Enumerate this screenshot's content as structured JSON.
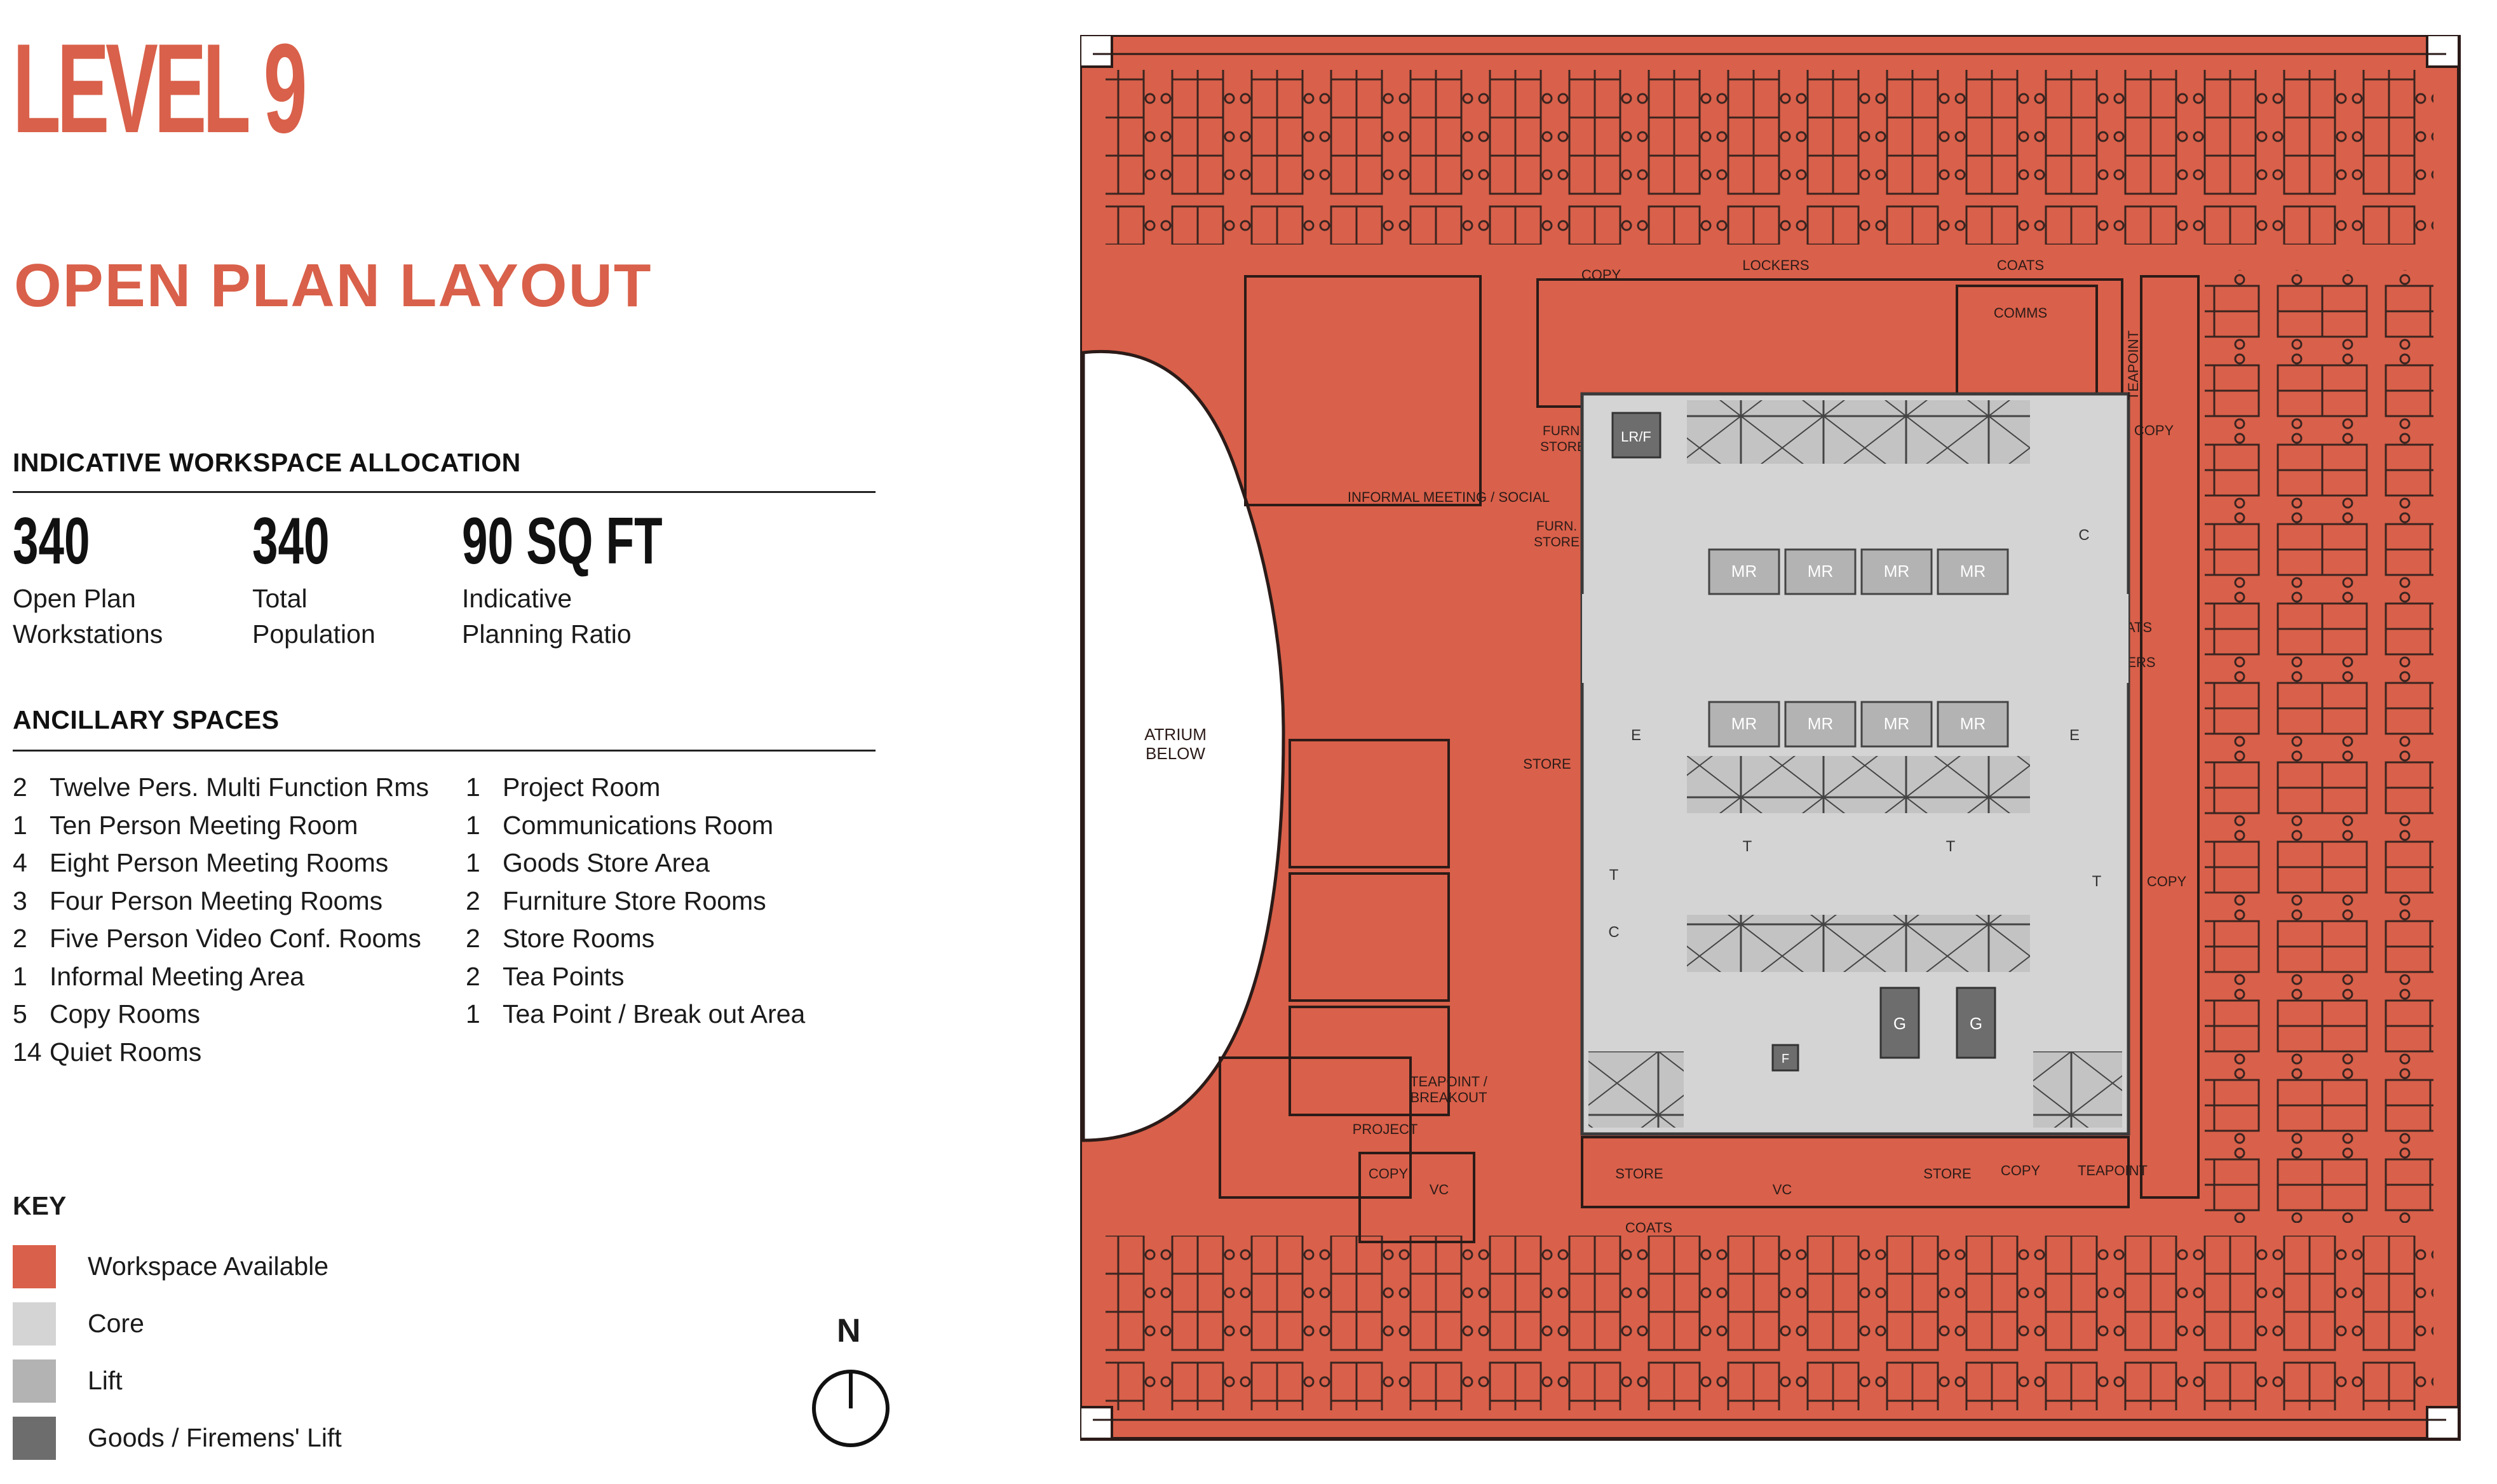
{
  "level_title": "LEVEL 9",
  "layout_title": "OPEN PLAN LAYOUT",
  "allocation": {
    "heading": "INDICATIVE WORKSPACE ALLOCATION",
    "stats": [
      {
        "value": "340",
        "label1": "Open Plan",
        "label2": "Workstations"
      },
      {
        "value": "340",
        "label1": "Total",
        "label2": "Population"
      },
      {
        "value": "90 SQ FT",
        "label1": "Indicative",
        "label2": "Planning Ratio"
      }
    ]
  },
  "ancillary": {
    "heading": "ANCILLARY SPACES",
    "left": [
      {
        "count": "2",
        "name": "Twelve Pers. Multi Function Rms"
      },
      {
        "count": "1",
        "name": "Ten Person Meeting Room"
      },
      {
        "count": "4",
        "name": "Eight Person Meeting Rooms"
      },
      {
        "count": "3",
        "name": "Four Person Meeting Rooms"
      },
      {
        "count": "2",
        "name": "Five Person Video Conf. Rooms"
      },
      {
        "count": "1",
        "name": "Informal Meeting Area"
      },
      {
        "count": "5",
        "name": "Copy Rooms"
      },
      {
        "count": "14",
        "name": "Quiet Rooms"
      }
    ],
    "right": [
      {
        "count": "1",
        "name": "Project Room"
      },
      {
        "count": "1",
        "name": "Communications Room"
      },
      {
        "count": "1",
        "name": "Goods Store Area"
      },
      {
        "count": "2",
        "name": "Furniture Store Rooms"
      },
      {
        "count": "2",
        "name": "Store Rooms"
      },
      {
        "count": "2",
        "name": "Tea Points"
      },
      {
        "count": "1",
        "name": "Tea Point / Break out Area"
      }
    ]
  },
  "key": {
    "heading": "KEY",
    "items": [
      {
        "label": "Workspace Available",
        "color": "#d9604a"
      },
      {
        "label": "Core",
        "color": "#d4d4d4"
      },
      {
        "label": "Lift",
        "color": "#b3b3b3"
      },
      {
        "label": "Goods / Firemens' Lift",
        "color": "#6d6d6d"
      }
    ]
  },
  "compass": {
    "north": "N"
  },
  "plan_labels": {
    "atrium_line1": "ATRIUM",
    "atrium_line2": "BELOW",
    "informal": "INFORMAL MEETING / SOCIAL",
    "furn_store_1": "FURN.",
    "furn_store_2": "STORE",
    "store": "STORE",
    "copy": "COPY",
    "lockers": "LOCKERS",
    "coats": "COATS",
    "comms": "COMMS",
    "teapoint": "TEAPOINT",
    "teapoint_break_1": "TEAPOINT /",
    "teapoint_break_2": "BREAKOUT",
    "project": "PROJECT",
    "vc": "VC",
    "mr": "MR",
    "lrf": "LR/F",
    "e": "E",
    "c": "C",
    "t": "T",
    "f": "F",
    "g": "G"
  }
}
